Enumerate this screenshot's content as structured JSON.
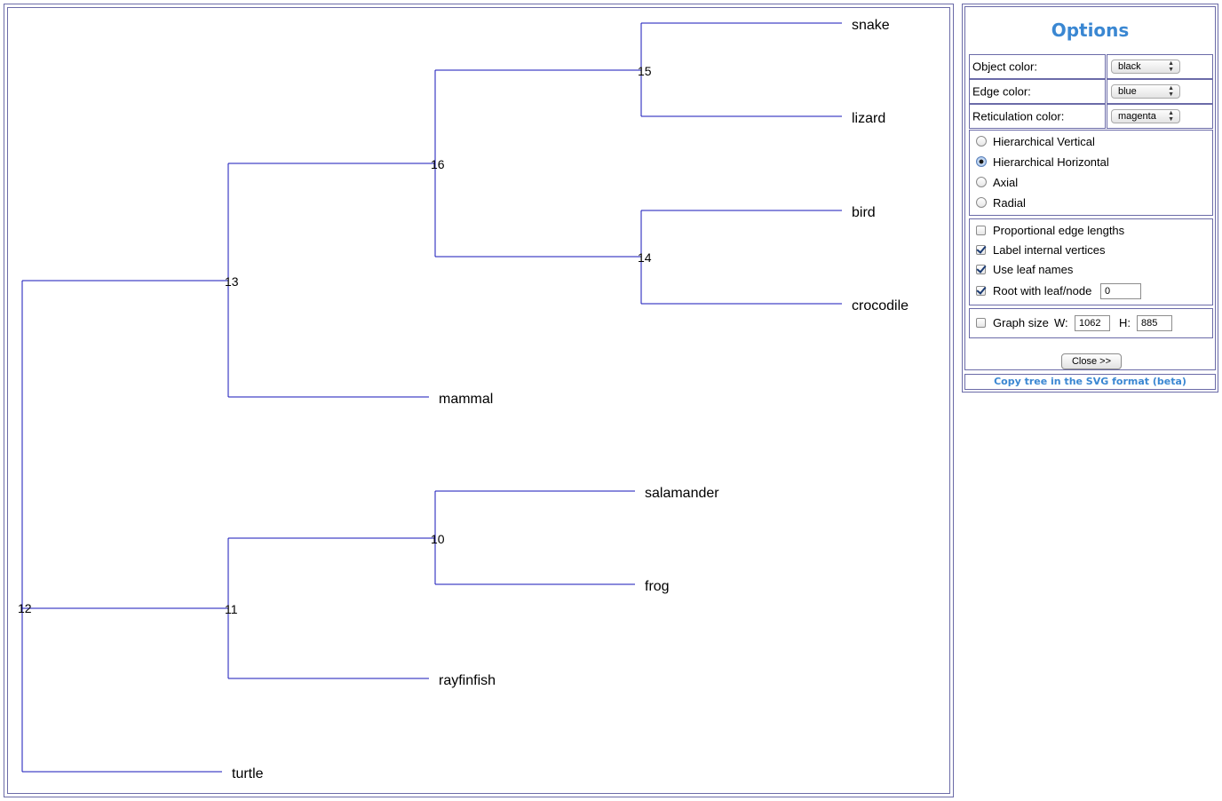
{
  "tree": {
    "leaves": [
      "snake",
      "lizard",
      "bird",
      "crocodile",
      "mammal",
      "salamander",
      "frog",
      "rayfinfish",
      "turtle"
    ],
    "internal_nodes": [
      "15",
      "16",
      "14",
      "13",
      "10",
      "12",
      "11"
    ],
    "edge_color_hex": "#1414b8"
  },
  "options": {
    "title": "Options",
    "object_color_label": "Object color:",
    "object_color_value": "black",
    "edge_color_label": "Edge color:",
    "edge_color_value": "blue",
    "reticulation_color_label": "Reticulation color:",
    "reticulation_color_value": "magenta",
    "layouts": [
      {
        "label": "Hierarchical Vertical",
        "selected": false
      },
      {
        "label": "Hierarchical Horizontal",
        "selected": true
      },
      {
        "label": "Axial",
        "selected": false
      },
      {
        "label": "Radial",
        "selected": false
      }
    ],
    "proportional_edge_lengths": "Proportional edge lengths",
    "label_internal_vertices": "Label internal vertices",
    "use_leaf_names": "Use leaf names",
    "root_with_leaf_node": "Root with leaf/node",
    "root_value": "0",
    "graph_size_label": "Graph size",
    "w_label": "W:",
    "w_value": "1062",
    "h_label": "H:",
    "h_value": "885",
    "close_button": "Close >>",
    "copy_svg_link": "Copy tree in the SVG format (beta)"
  }
}
